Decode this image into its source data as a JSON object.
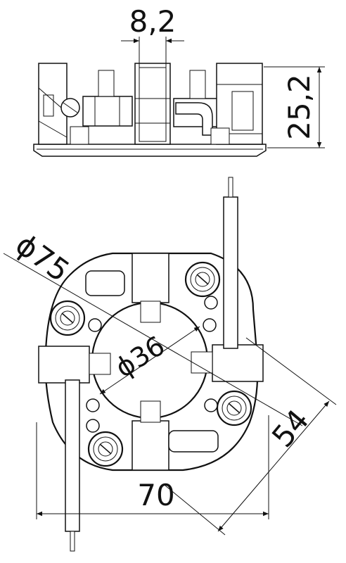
{
  "drawing": {
    "dimensions": {
      "top_width": "8,2",
      "side_height": "25,2",
      "outer_diameter": "ϕ75",
      "inner_diameter": "ϕ36",
      "width": "70",
      "diagonal": "54"
    }
  }
}
